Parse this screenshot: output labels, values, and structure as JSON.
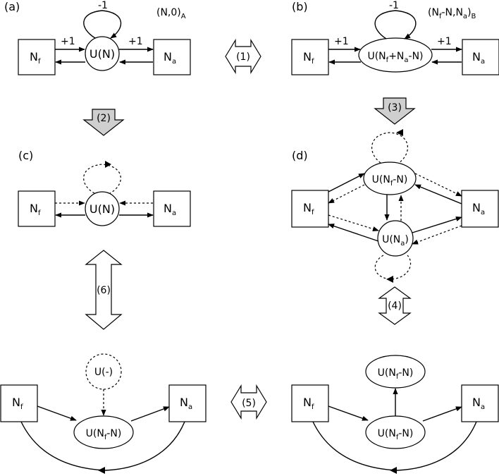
{
  "panels": {
    "a": {
      "label": "(a)",
      "tag": "(N,0)",
      "tag_sub": "A",
      "loop": "-1",
      "left_weight": "+1",
      "right_weight": "+1"
    },
    "b": {
      "label": "(b)",
      "tag": "(N",
      "tag_mid": "-N,N",
      "tag_end": ")",
      "tag_sub": "B",
      "loop": "-1",
      "left_weight": "+1",
      "right_weight": "+1"
    },
    "c": {
      "label": "(c)"
    },
    "d": {
      "label": "(d)"
    }
  },
  "nodes": {
    "nf_base": "N",
    "nf_sub": "f",
    "na_base": "N",
    "na_sub": "a",
    "un": "U(N)",
    "u_b_pre": "U(N",
    "u_b_mid1": "+N",
    "u_b_mid2": "-N)",
    "u_nfn_pre": "U(N",
    "u_nfn_post": "-N)",
    "u_na_pre": "U(N",
    "u_na_post": ")",
    "u_empty": "U(-)",
    "sub_f": "f",
    "sub_a": "a"
  },
  "transitions": {
    "t1": "(1)",
    "t2": "(2)",
    "t3": "(3)",
    "t4": "(4)",
    "t5": "(5)",
    "t6": "(6)"
  }
}
